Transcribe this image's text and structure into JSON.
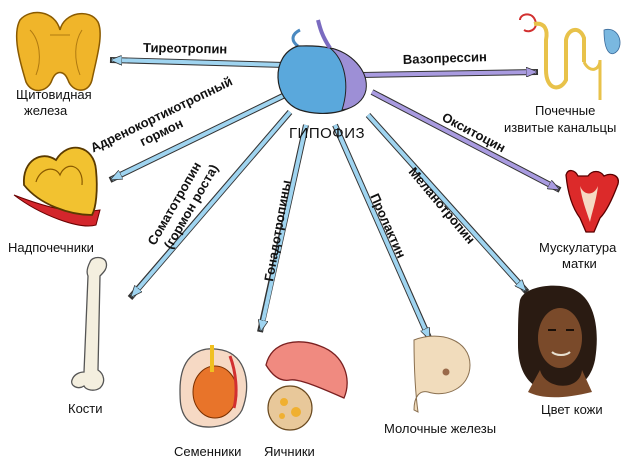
{
  "center": {
    "label": "ГИПОФИЗ"
  },
  "hormones": {
    "tsh": "Тиреотропин",
    "acth_line1": "Адренокортикотропный",
    "acth_line2": "гормон",
    "gh_line1": "Соматотропин",
    "gh_line2": "(гормон роста)",
    "gonado": "Гонадотропины",
    "prolactin": "Пролактин",
    "msh": "Меланотропин",
    "oxytocin": "Окситоцин",
    "vasopressin": "Вазопрессин"
  },
  "targets": {
    "thyroid_line1": "Щитовидная",
    "thyroid_line2": "железа",
    "adrenal": "Надпочечники",
    "bone": "Кости",
    "testes": "Семенники",
    "ovaries": "Яичники",
    "breast": "Молочные железы",
    "skin": "Цвет кожи",
    "uterus_line1": "Мускулатура",
    "uterus_line2": "матки",
    "kidney_line1": "Почечные",
    "kidney_line2": "извитые канальцы"
  },
  "colors": {
    "arrow_blue": "#9fd4f0",
    "arrow_purple": "#a99be0",
    "outline": "#222222",
    "gland_blue": "#5aa8dc",
    "gland_purple": "#9d8fd6"
  }
}
